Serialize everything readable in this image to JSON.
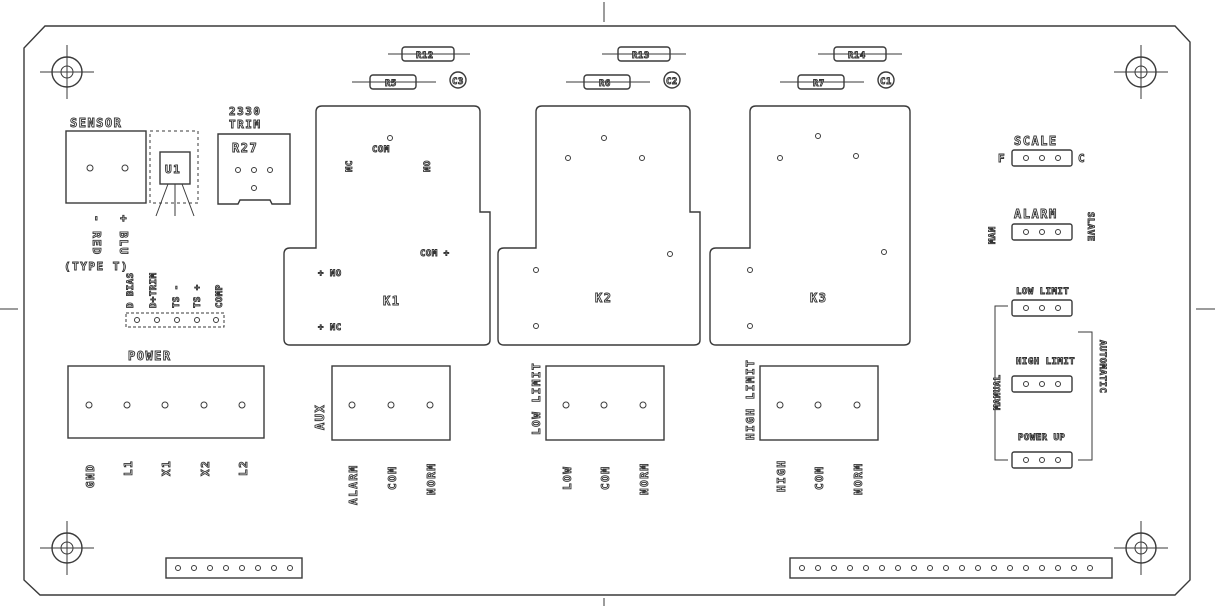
{
  "sensor": {
    "title": "SENSOR",
    "left_label": "- RED",
    "right_label": "+ BLU",
    "type_label": "(TYPE T)",
    "ic_label": "U1"
  },
  "trim": {
    "title_line1": "2330",
    "title_line2": "TRIM",
    "part_label": "R27"
  },
  "sensor_pins": [
    "D BIAS",
    "D+TRIM",
    "TS -",
    "TS +",
    "COMP"
  ],
  "power": {
    "title": "POWER",
    "pins": [
      "GND",
      "L1",
      "X1",
      "X2",
      "L2"
    ]
  },
  "relays": [
    {
      "id": "K1",
      "labels": {
        "nc_top": "NC",
        "com_top": "COM",
        "no_top": "NO",
        "no_side": "+ NO",
        "com_side": "COM +",
        "nc_side": "+ NC"
      }
    },
    {
      "id": "K2"
    },
    {
      "id": "K3"
    }
  ],
  "resistors": [
    {
      "top": "R12",
      "bottom": "R5",
      "cap": "C3"
    },
    {
      "top": "R13",
      "bottom": "R6",
      "cap": "C2"
    },
    {
      "top": "R14",
      "bottom": "R7",
      "cap": "C1"
    }
  ],
  "terminals": [
    {
      "side_label": "AUX",
      "pins": [
        "ALARM",
        "COM",
        "NORM"
      ]
    },
    {
      "side_label": "LOW LIMIT",
      "pins": [
        "LOW",
        "COM",
        "NORM"
      ]
    },
    {
      "side_label": "HIGH LIMIT",
      "pins": [
        "HIGH",
        "COM",
        "NORM"
      ]
    }
  ],
  "right_panel": {
    "scale": {
      "title": "SCALE",
      "left": "F",
      "right": "C"
    },
    "alarm": {
      "title": "ALARM",
      "left": "MAN",
      "right": "SLAVE"
    },
    "low_limit": {
      "title": "LOW LIMIT"
    },
    "high_limit": {
      "title": "HIGH LIMIT"
    },
    "power_up": {
      "title": "POWER UP"
    },
    "side_left": "MANUAL",
    "side_right": "AUTOMATIC"
  }
}
